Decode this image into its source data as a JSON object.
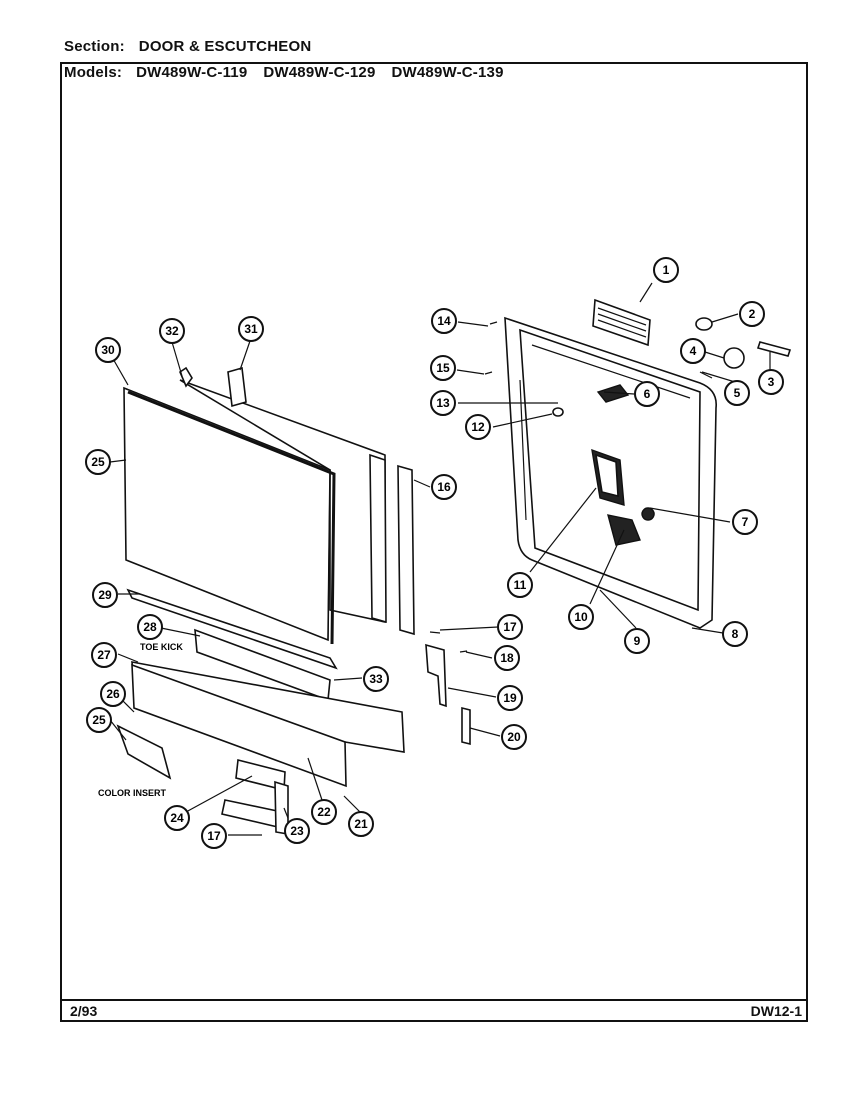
{
  "header": {
    "section_label": "Section:",
    "section_value": "DOOR & ESCUTCHEON",
    "models_label": "Models:",
    "models": [
      "DW489W-C-119",
      "DW489W-C-129",
      "DW489W-C-139"
    ]
  },
  "footer": {
    "date": "2/93",
    "code": "DW12-1"
  },
  "annotations": {
    "toe_kick": "TOE KICK",
    "color_insert": "COLOR INSERT"
  },
  "callouts": [
    "1",
    "2",
    "3",
    "4",
    "5",
    "6",
    "7",
    "8",
    "9",
    "10",
    "11",
    "12",
    "13",
    "14",
    "15",
    "16",
    "17",
    "18",
    "19",
    "20",
    "21",
    "22",
    "23",
    "24",
    "25",
    "26",
    "27",
    "28",
    "29",
    "30",
    "31",
    "32",
    "33"
  ]
}
